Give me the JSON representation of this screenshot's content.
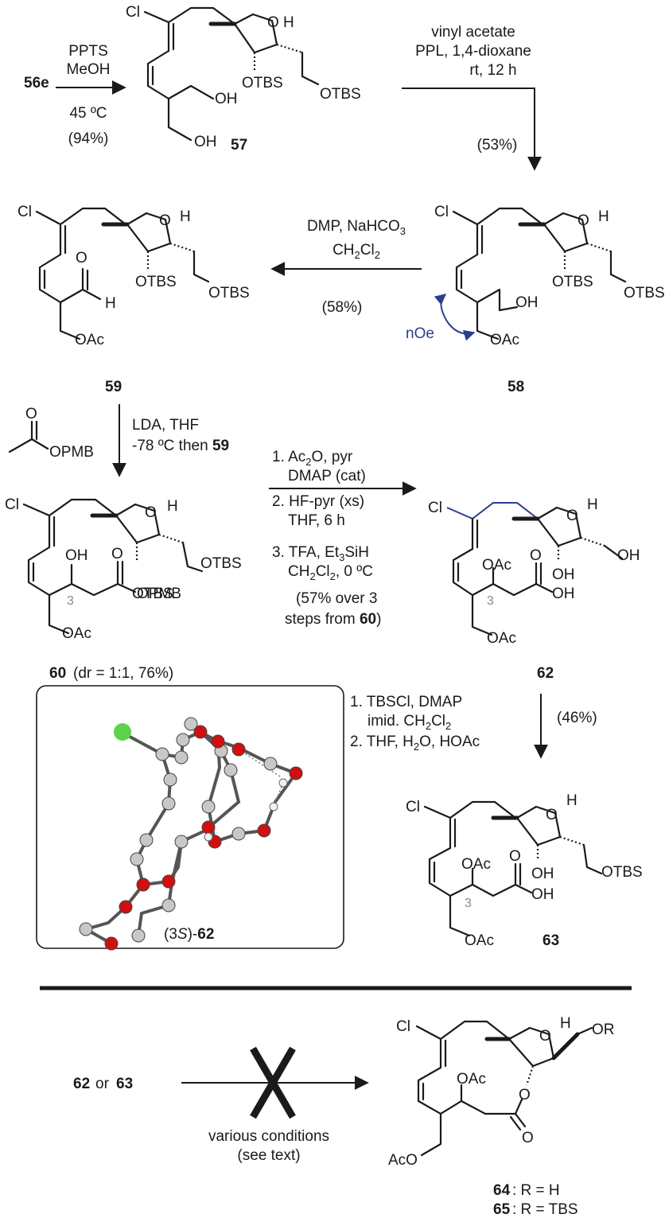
{
  "compounds": {
    "c56e": "56e",
    "c57": "57",
    "c58": "58",
    "c59": "59",
    "c60": "60",
    "c60_note": "(dr = 1:1, 76%)",
    "c62": "62",
    "c63": "63",
    "c64": "64",
    "c64_note": ": R = H",
    "c65": "65",
    "c65_note": ": R = TBS",
    "crystal": "(3S)-62",
    "start_a": "62",
    "start_or": "or",
    "start_b": "63"
  },
  "atoms": {
    "cl": "Cl",
    "o": "O",
    "h": "H",
    "otbs": "OTBS",
    "oh": "OH",
    "oac": "OAc",
    "oac_left": "AcO",
    "opmb": "OPMB",
    "or": "OR",
    "c3": "3",
    "nOe": "nOe"
  },
  "conditions": {
    "step1": [
      "PPTS",
      "MeOH",
      "45 ºC",
      "(94%)"
    ],
    "step2": [
      "vinyl acetate",
      "PPL, 1,4-dioxane",
      "rt, 12 h",
      "(53%)"
    ],
    "step3": [
      "DMP, NaHCO3",
      "CH2Cl2",
      "(58%)"
    ],
    "step4": [
      "LDA, THF",
      "-78 ºC then 59"
    ],
    "step5": [
      "1. Ac2O, pyr",
      "DMAP (cat)",
      "2. HF-pyr (xs)",
      "THF, 6 h",
      "3. TFA, Et3SiH",
      "CH2Cl2, 0 ºC",
      "(57% over 3",
      "steps from 60)"
    ],
    "step6": [
      "1. TBSCl, DMAP",
      "imid. CH2Cl2",
      "2. THF, H2O, HOAc",
      "(46%)"
    ],
    "step7": [
      "various conditions",
      "(see text)"
    ]
  },
  "colors": {
    "ink": "#1a1a1a",
    "chlorine": "#5cd34a",
    "oxygen": "#d01010",
    "carbon": "#c8c8c8",
    "hydrogen": "#f2f2f2",
    "nOe": "#2c3d8f"
  }
}
